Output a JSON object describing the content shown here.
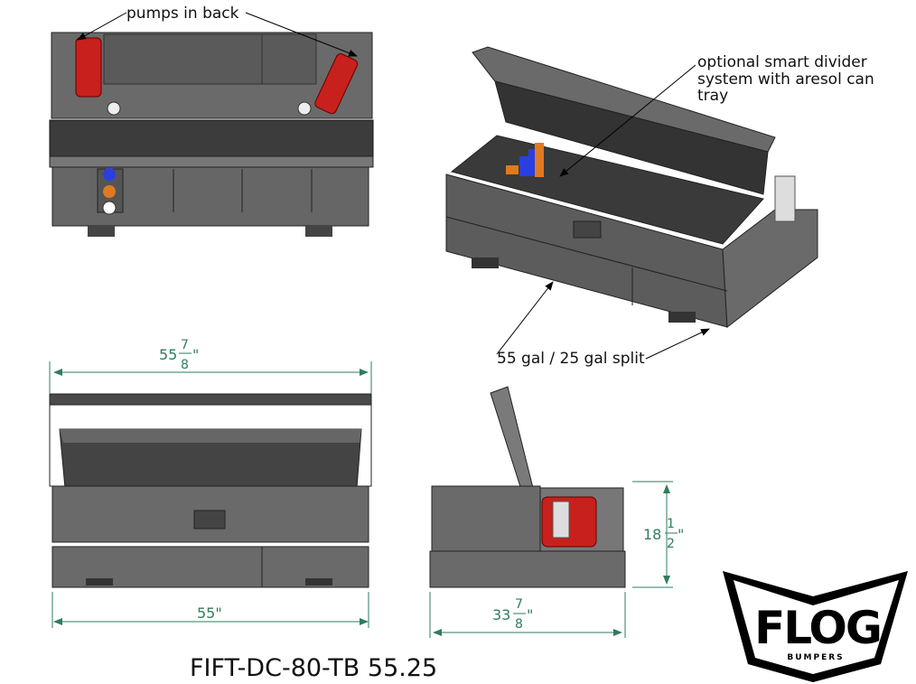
{
  "callouts": {
    "pumps": "pumps in back",
    "divider_line1": "optional smart divider",
    "divider_line2": "system with aresol can",
    "divider_line3": "tray",
    "split": "55 gal / 25 gal split"
  },
  "dimensions": {
    "top_width": {
      "whole": "55",
      "num": "7",
      "den": "8",
      "unit": "\""
    },
    "bottom_width": {
      "text": "55\""
    },
    "side_depth": {
      "whole": "33",
      "num": "7",
      "den": "8",
      "unit": "\""
    },
    "side_height": {
      "whole": "18",
      "num": "1",
      "den": "2",
      "unit": "\""
    }
  },
  "part_number": "FIFT-DC-80-TB 55.25",
  "logo": {
    "brand": "FLOG",
    "sub": "BUMPERS"
  },
  "colors": {
    "body": "#5f5f5f",
    "dark": "#3a3a3a",
    "pump": "#c8201c",
    "dim": "#2e7d5b",
    "blue": "#2a3fe0",
    "orange": "#e07a20"
  }
}
